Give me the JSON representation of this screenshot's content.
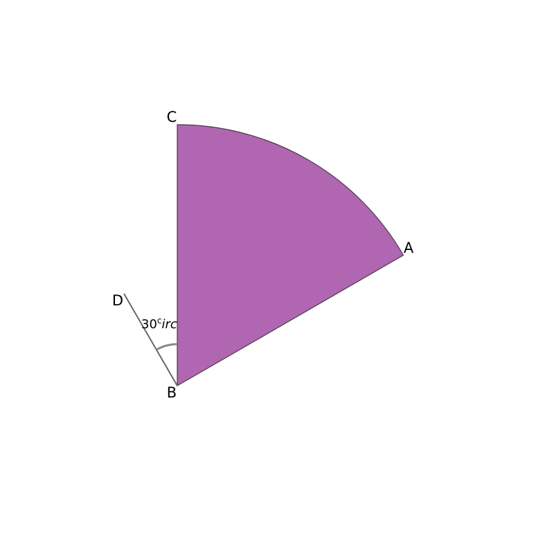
{
  "diagram": {
    "points": {
      "A": "A",
      "B": "B",
      "C": "C",
      "D": "D"
    },
    "angle_label": {
      "value": "30",
      "superscript": "c",
      "suffix": "irc"
    },
    "angle_degrees": 30,
    "sector_angle_degrees": 60,
    "colors": {
      "sector_fill": "#b066b0",
      "sector_stroke": "#4a3a4a",
      "segment": "#666666",
      "angle_arc": "#888888"
    }
  }
}
